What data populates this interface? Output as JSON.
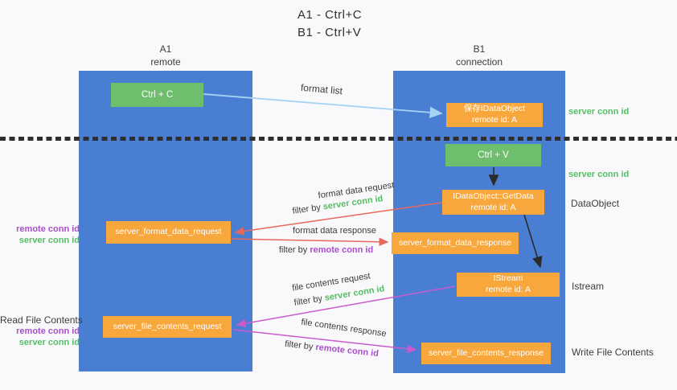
{
  "title": {
    "line1": "A1 - Ctrl+C",
    "line2": "B1 - Ctrl+V"
  },
  "lanes": {
    "a1": {
      "name": "A1",
      "subtitle": "remote"
    },
    "b1": {
      "name": "B1",
      "subtitle": "connection"
    }
  },
  "boxes": {
    "ctrl_c": {
      "label": "Ctrl + C"
    },
    "ctrl_v": {
      "label": "Ctrl + V"
    },
    "save_idataobject": {
      "line1": "保存IDataObject",
      "line2": "remote id: A"
    },
    "getdata": {
      "line1": "IDataObject::GetData",
      "line2": "remote id: A"
    },
    "istream": {
      "line1": "IStream",
      "line2": "remote id: A"
    },
    "format_request": {
      "label": "server_format_data_request"
    },
    "format_response": {
      "label": "server_format_data_response"
    },
    "file_request": {
      "label": "server_file_contents_request"
    },
    "file_response": {
      "label": "server_file_contents_response"
    }
  },
  "arrow_labels": {
    "format_list": "format list",
    "format_data_request": "format data request",
    "format_data_response": "format data response",
    "file_contents_request": "file contents request",
    "file_contents_response": "file contents response",
    "filter_by": "filter by",
    "server_conn_id": "server conn id",
    "remote_conn_id": "remote conn id"
  },
  "side_labels": {
    "server_conn_id_top": "server conn id",
    "server_conn_id_mid": "server conn id",
    "dataobject": "DataObject",
    "istream": "Istream",
    "write_file_contents": "Write File Contents",
    "read_file_contents": "Read File Contents",
    "remote_conn_id": "remote conn id",
    "server_conn_id": "server conn id"
  },
  "colors": {
    "lane_blue": "#4a7ed3",
    "box_green": "#6ebe6e",
    "box_orange": "#f8a73d",
    "arrow_light_blue": "#a5d3f3",
    "arrow_salmon": "#e8695c",
    "arrow_magenta": "#ca5bcd",
    "arrow_black": "#2b2b2b",
    "text_green": "#55be64",
    "text_purple": "#ab4ecb",
    "background": "#f9f9fb"
  }
}
